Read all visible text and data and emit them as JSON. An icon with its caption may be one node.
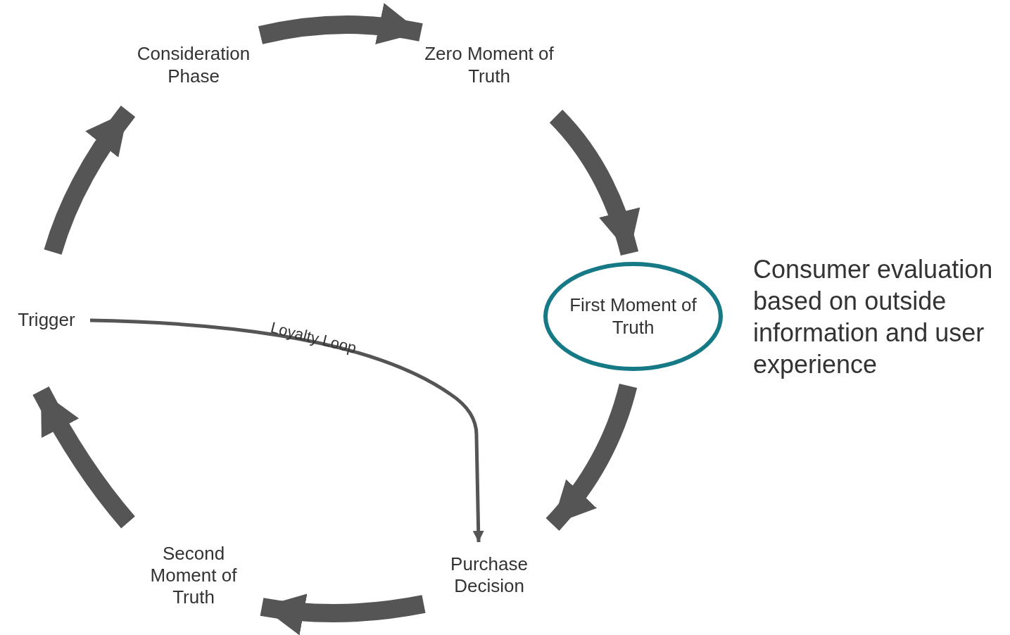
{
  "diagram": {
    "nodes": [
      {
        "text": [
          "Consideration Phase"
        ]
      },
      {
        "text": [
          "Zero Moment of Truth"
        ]
      },
      {
        "text": [
          "First Moment of Truth"
        ],
        "beside": [
          "Consumer evaluation based on outside information and user experience"
        ]
      },
      {
        "text": [
          "Purchase Decision"
        ]
      },
      {
        "text": [
          "Second Moment of Truth"
        ]
      },
      {
        "text": [
          "Trigger"
        ]
      }
    ],
    "edges": [
      {
        "from": 0,
        "to": 1,
        "arrow": "to"
      },
      {
        "from": 1,
        "to": 2,
        "arrow": "to"
      },
      {
        "from": 2,
        "to": 3,
        "arrow": "to"
      },
      {
        "from": 3,
        "to": 4,
        "arrow": "to"
      },
      {
        "from": 4,
        "to": 5,
        "arrow": "to"
      },
      {
        "from": 5,
        "to": 0,
        "arrow": "to"
      },
      {
        "from": 5,
        "to": 3,
        "arrow": "to",
        "label": "Loyalty Loop"
      }
    ]
  }
}
